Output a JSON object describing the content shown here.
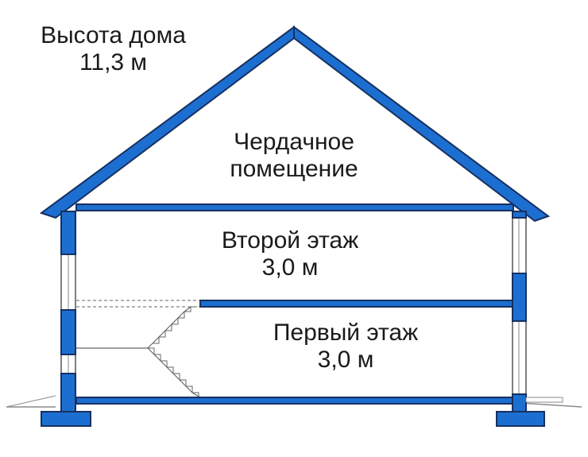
{
  "labels": {
    "house_height_title": "Высота дома",
    "house_height_value": "11,3 м",
    "attic": [
      "Чердачное",
      "помещение"
    ],
    "second_floor_title": "Второй этаж",
    "second_floor_height": "3,0 м",
    "first_floor_title": "Первый этаж",
    "first_floor_height": "3,0 м"
  },
  "colors": {
    "structure": "#1c6fd1",
    "outline": "#17305f",
    "line": "#666666"
  }
}
